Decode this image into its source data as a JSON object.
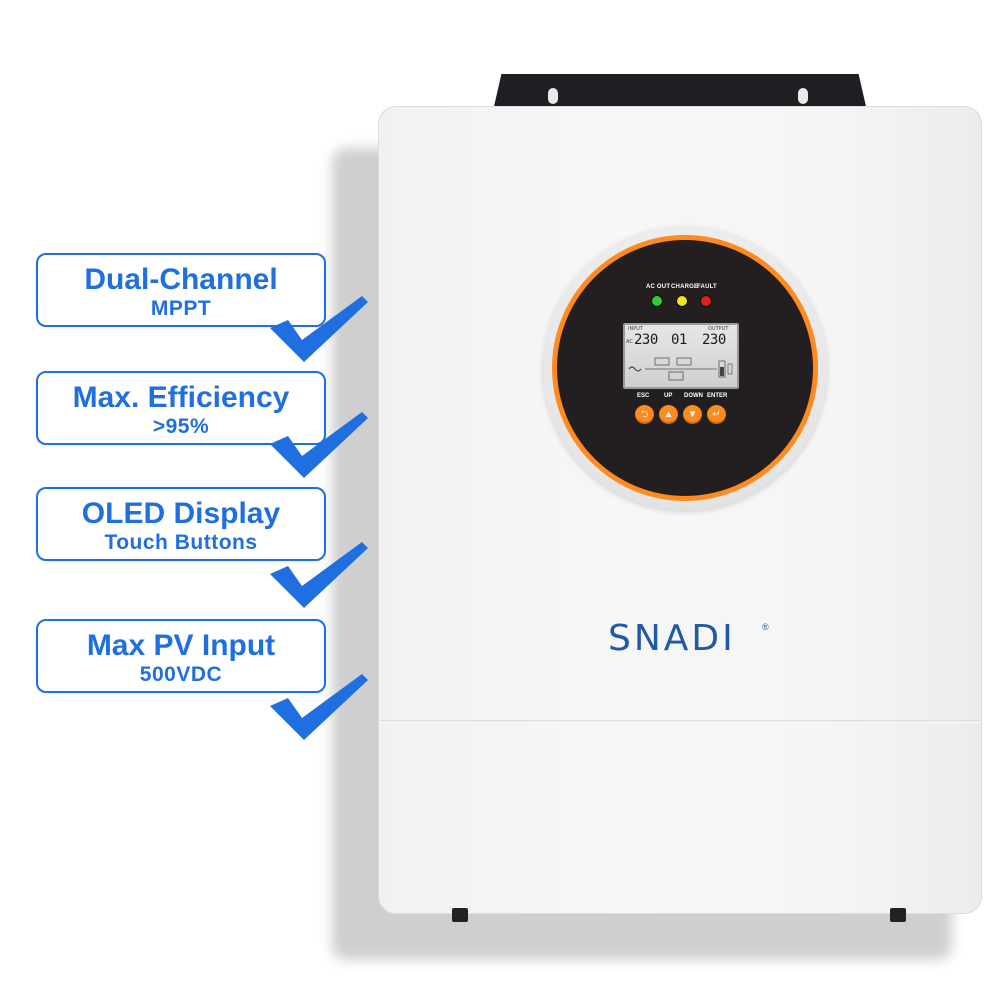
{
  "features": [
    {
      "title": "Dual-Channel",
      "subtitle": "MPPT"
    },
    {
      "title": "Max. Efficiency",
      "subtitle": ">95%"
    },
    {
      "title": "OLED Display",
      "subtitle": "Touch Buttons"
    },
    {
      "title": "Max PV Input",
      "subtitle": "500VDC"
    }
  ],
  "indicators": [
    {
      "label": "AC OUT",
      "color": "#2ecc2e"
    },
    {
      "label": "CHARGE",
      "color": "#f2e51a"
    },
    {
      "label": "FAULT",
      "color": "#e02020"
    }
  ],
  "lcd": {
    "input_label": "INPUT",
    "output_label": "OUTPUT",
    "ac_label": "AC",
    "input_value": "230",
    "mode_value": "01",
    "output_value": "230"
  },
  "buttons": [
    {
      "label": "ESC",
      "symbol": "⮌"
    },
    {
      "label": "UP",
      "symbol": "▲"
    },
    {
      "label": "DOWN",
      "symbol": "▼"
    },
    {
      "label": "ENTER",
      "symbol": "↵"
    }
  ],
  "brand": {
    "name": "SNADI",
    "mark": "®"
  },
  "colors": {
    "accent": "#1f6fe0",
    "brand": "#1f5aa6",
    "panel_ring": "#ff8a1d"
  }
}
